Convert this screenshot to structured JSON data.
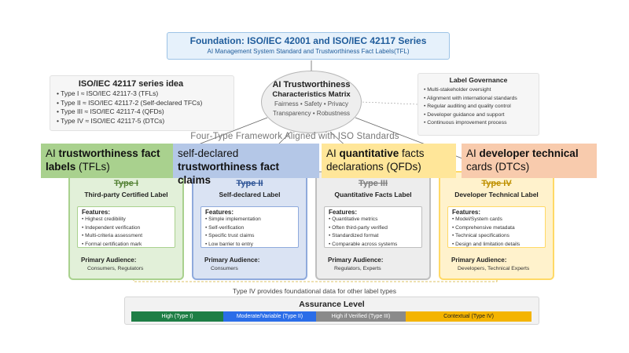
{
  "foundation": {
    "title": "Foundation: ISO/IEC 42001 and ISO/IEC 42117 Series",
    "subtitle": "AI Management System Standard and Trustworthiness Fact Labels(TFL)"
  },
  "series_idea": {
    "title": "ISO/IEC 42117 series idea",
    "items": [
      "• Type I ≈ ISO/IEC 42117-3 (TFLs)",
      "• Type II ≈ ISO/IEC 42117-2 (Self-declared TFCs)",
      "• Type III ≈ ISO/IEC 42117-4 (QFDs)",
      "• Type IV ≈ ISO/IEC 42117-5 (DTCs)"
    ]
  },
  "matrix": {
    "title1": "AI Trustworthiness",
    "title2": "Characteristics Matrix",
    "line1": "Fairness • Safety • Privacy",
    "line2": "Transparency • Robustness"
  },
  "governance": {
    "title": "Label Governance",
    "items": [
      "• Multi-stakeholder oversight",
      "• Alignment with international standards",
      "• Regular auditing and quality control",
      "• Developer guidance and support",
      "• Continuous improvement process"
    ]
  },
  "framework_title": "Four-Type Framework Aligned with ISO Standards",
  "overlays": [
    {
      "pre": "AI ",
      "bold": "trustworthiness fact labels",
      "post": " (TFLs)"
    },
    {
      "pre": "self-declared ",
      "bold": "trustworthiness fact claims",
      "post": ""
    },
    {
      "pre": "AI ",
      "bold": "quantitative",
      "post": " facts declarations (QFDs)"
    },
    {
      "pre": "AI ",
      "bold": "developer technical",
      "post": " cards (DTCs)"
    }
  ],
  "columns": [
    {
      "type": "Type I",
      "name": "Third-party Certified Label",
      "features_heading": "Features:",
      "features": [
        "• Highest credibility",
        "• Independent verification",
        "• Multi-criteria assessment",
        "• Formal certification mark"
      ],
      "audience_heading": "Primary Audience:",
      "audience": "Consumers, Regulators"
    },
    {
      "type": "Type II",
      "name": "Self-declared Label",
      "features_heading": "Features:",
      "features": [
        "• Simple implementation",
        "• Self-verification",
        "• Specific trust claims",
        "• Low barrier to entry"
      ],
      "audience_heading": "Primary Audience:",
      "audience": "Consumers"
    },
    {
      "type": "Type III",
      "name": "Quantitative Facts Label",
      "features_heading": "Features:",
      "features": [
        "• Quantitative metrics",
        "• Often third-party verified",
        "• Standardized format",
        "• Comparable across systems"
      ],
      "audience_heading": "Primary Audience:",
      "audience": "Regulators, Experts"
    },
    {
      "type": "Type IV",
      "name": "Developer Technical Label",
      "features_heading": "Features:",
      "features": [
        "• Model/System cards",
        "• Comprehensive metadata",
        "• Technical specifications",
        "• Design and limitation details"
      ],
      "audience_heading": "Primary Audience:",
      "audience": "Developers, Technical Experts"
    }
  ],
  "note": "Type IV provides foundational data for other label types",
  "assurance": {
    "title": "Assurance Level",
    "segments": [
      "High (Type I)",
      "Moderate/Variable (Type II)",
      "High if Verified (Type III)",
      "Contextual (Type IV)"
    ]
  },
  "colors": {
    "type1": "#a9d18e",
    "type2": "#8faadc",
    "type3": "#bfbfbf",
    "type4": "#ffd966",
    "assure_high": "#1e7e45",
    "assure_moderate": "#2b6de8",
    "assure_verified": "#8a8a8a",
    "assure_contextual": "#f4b400"
  }
}
